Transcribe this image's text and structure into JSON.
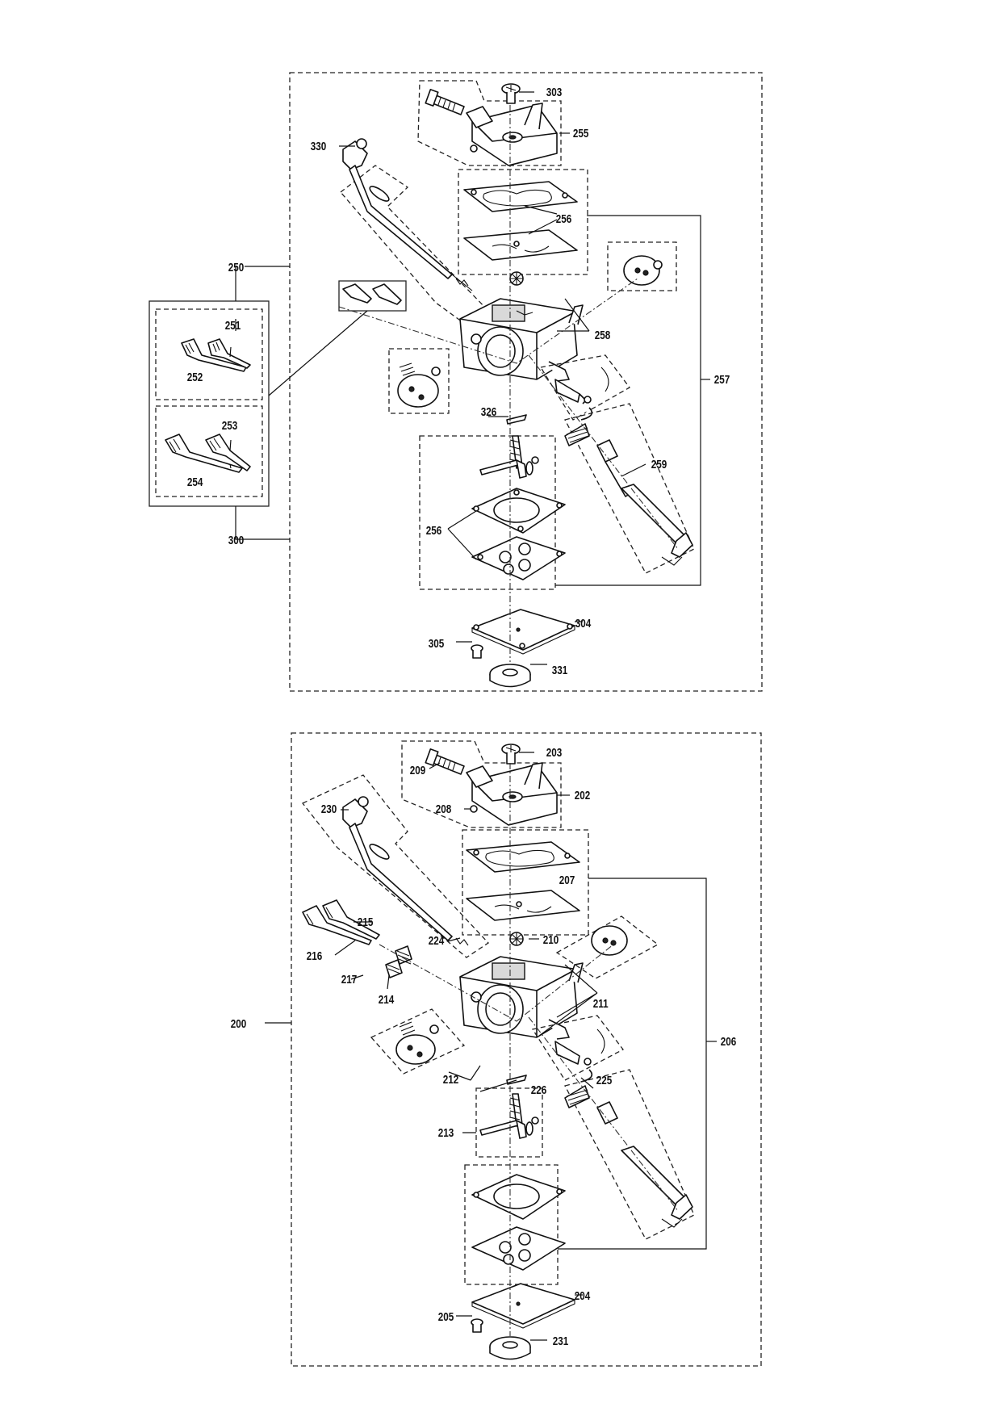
{
  "upper_assembly": {
    "labels": {
      "n303": "303",
      "n255": "255",
      "n330": "330",
      "n256a": "256",
      "n257": "257",
      "n258": "258",
      "n250": "250",
      "n251": "251",
      "n252": "252",
      "n253": "253",
      "n254": "254",
      "n300": "300",
      "n326": "326",
      "n259": "259",
      "n256b": "256",
      "n304": "304",
      "n305": "305",
      "n331": "331"
    }
  },
  "lower_assembly": {
    "labels": {
      "n203": "203",
      "n209": "209",
      "n202": "202",
      "n208": "208",
      "n230": "230",
      "n207": "207",
      "n206": "206",
      "n224": "224",
      "n215": "215",
      "n216": "216",
      "n210": "210",
      "n217": "217",
      "n214": "214",
      "n211": "211",
      "n200": "200",
      "n212": "212",
      "n226": "226",
      "n225": "225",
      "n213": "213",
      "n204": "204",
      "n205": "205",
      "n231": "231"
    }
  }
}
